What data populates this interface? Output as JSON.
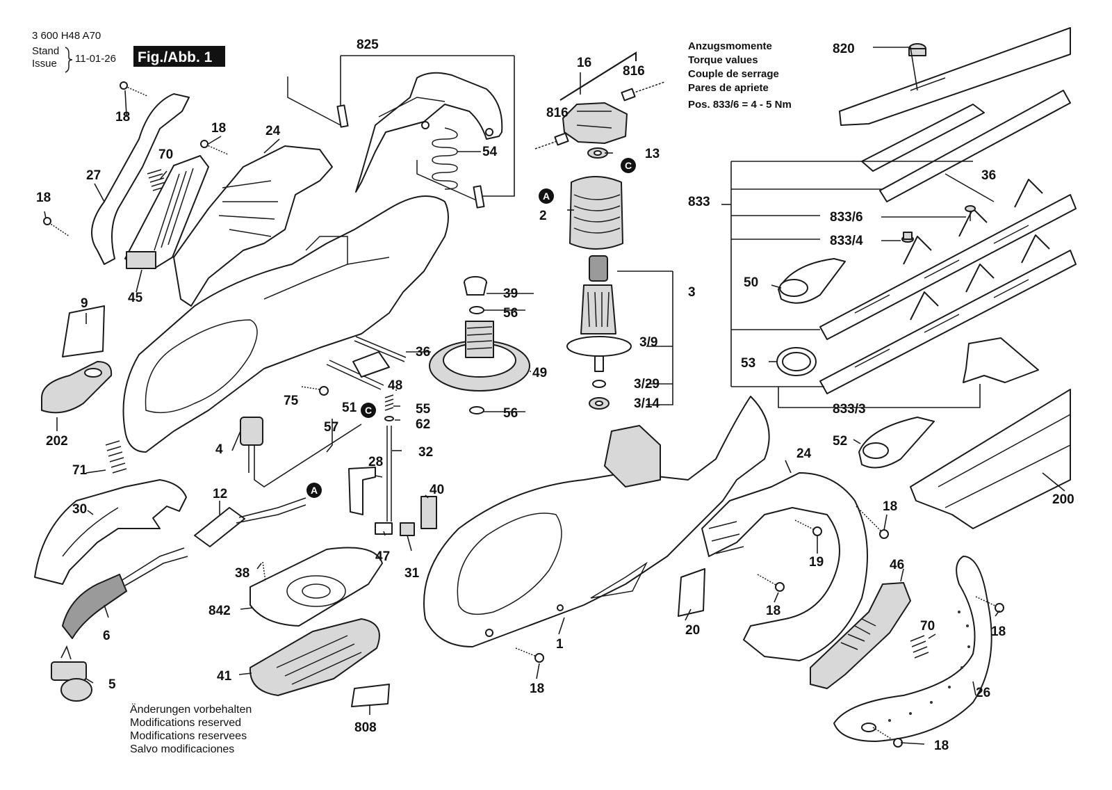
{
  "header": {
    "doc_number": "3 600 H48 A70",
    "stand_label": "Stand",
    "issue_label": "Issue",
    "date": "11-01-26",
    "figure_badge": "Fig./Abb. 1"
  },
  "torque": {
    "lines": [
      "Anzugsmomente",
      "Torque values",
      "Couple de serrage",
      "Pares de apriete",
      "Pos. 833/6 = 4 - 5 Nm"
    ]
  },
  "notes": {
    "lines": [
      "Änderungen vorbehalten",
      "Modifications reserved",
      "Modifications reservees",
      "Salvo modificaciones"
    ]
  },
  "markers": {
    "a": "A",
    "c": "C"
  },
  "labels": {
    "p825": "825",
    "p16": "16",
    "p816a": "816",
    "p816b": "816",
    "p13": "13",
    "p2": "2",
    "p3": "3",
    "p3_9": "3/9",
    "p3_29": "3/29",
    "p3_14": "3/14",
    "p820": "820",
    "p36a": "36",
    "p833": "833",
    "p833_6": "833/6",
    "p833_4": "833/4",
    "p50": "50",
    "p53": "53",
    "p833_3": "833/3",
    "p52": "52",
    "p200": "200",
    "p18a": "18",
    "p18b": "18",
    "p18c": "18",
    "p18d": "18",
    "p18e": "18",
    "p18f": "18",
    "p18g": "18",
    "p18h": "18",
    "p24a": "24",
    "p24b": "24",
    "p27": "27",
    "p70a": "70",
    "p70b": "70",
    "p45": "45",
    "p54": "54",
    "p9": "9",
    "p202": "202",
    "p39": "39",
    "p56a": "56",
    "p56b": "56",
    "p36b": "36",
    "p49": "49",
    "p48": "48",
    "p75": "75",
    "p51": "51",
    "p55": "55",
    "p62": "62",
    "p57": "57",
    "p4": "4",
    "p32": "32",
    "p28": "28",
    "p40": "40",
    "p71": "71",
    "p30": "30",
    "p12": "12",
    "p47": "47",
    "p31": "31",
    "p38": "38",
    "p842": "842",
    "p6": "6",
    "p41": "41",
    "p5": "5",
    "p808": "808",
    "p1": "1",
    "p19": "19",
    "p20": "20",
    "p46": "46",
    "p26": "26"
  }
}
